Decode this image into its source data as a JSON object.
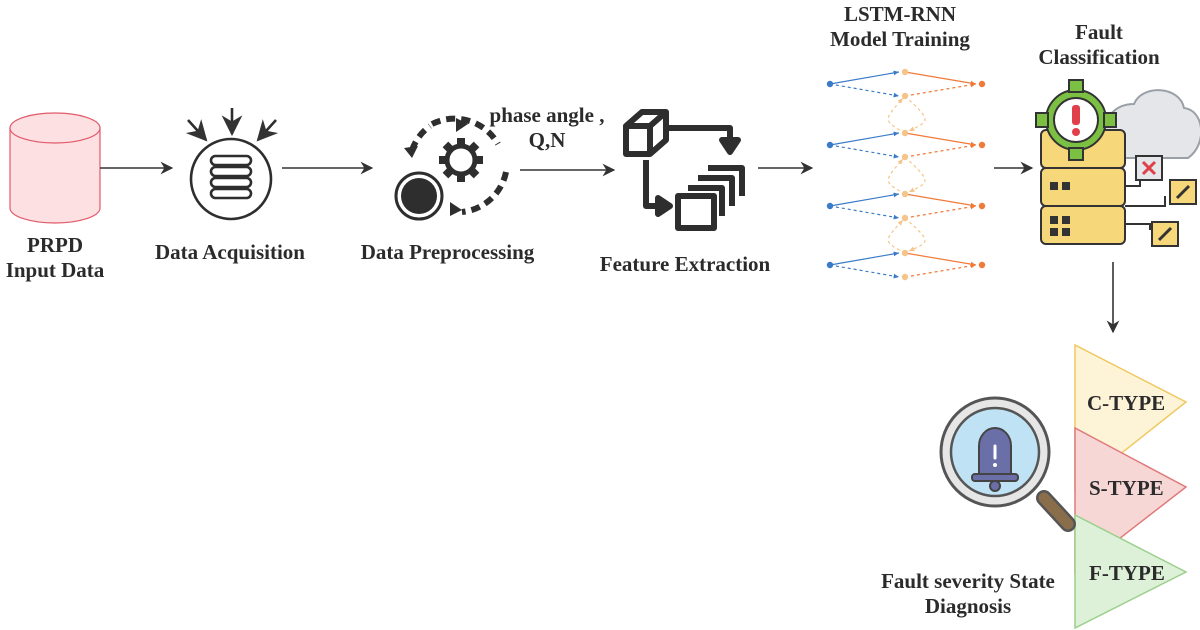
{
  "colors": {
    "arrow": "#333333",
    "cylinder_fill": "#fde0e2",
    "cylinder_stroke": "#e05a6a",
    "icon_dark": "#2e2e2e",
    "lstm_blue": "#3a7bc8",
    "lstm_orange": "#f07a3a",
    "lstm_light_orange": "#f5c48a",
    "gear_green": "#7cc043",
    "server_yellow": "#f6d77a",
    "cloud_gray": "#e4e6ea",
    "magnifier_blue": "#bfe3f5",
    "bell_purple": "#6b6fa8",
    "c_type_fill": "#fdf4d8",
    "s_type_fill": "#f7d6d6",
    "f_type_fill": "#ddf0d8"
  },
  "icons": {
    "input": "database-cylinder-icon",
    "acquisition": "database-collect-icon",
    "preprocessing": "gear-cycle-icon",
    "extraction": "stacked-boxes-icon",
    "lstm": "neural-network-icon",
    "classification": "server-alert-icon",
    "diagnosis": "magnifier-bell-icon"
  },
  "labels": {
    "prpd_line1": "PRPD",
    "prpd_line2": "Input Data",
    "acquisition": "Data Acquisition",
    "preprocessing": "Data Preprocessing",
    "features_line1": "phase angle ,",
    "features_line2": "Q,N",
    "extraction": "Feature Extraction",
    "lstm_line1": "LSTM-RNN",
    "lstm_line2": "Model Training",
    "classification_line1": "Fault",
    "classification_line2": "Classification",
    "severity_line1": "Fault severity State",
    "severity_line2": "Diagnosis"
  },
  "types": [
    "C-TYPE",
    "S-TYPE",
    "F-TYPE"
  ]
}
